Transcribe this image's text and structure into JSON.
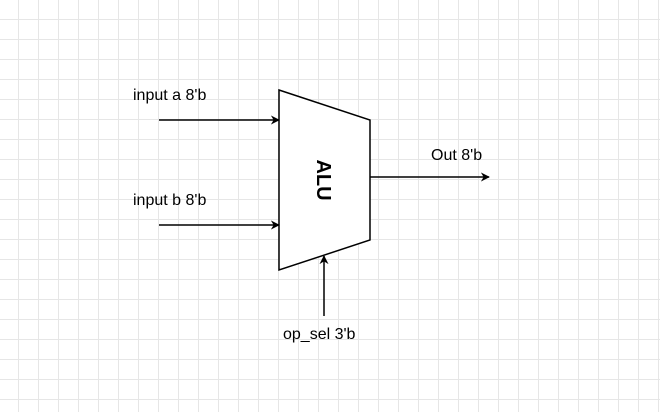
{
  "diagram": {
    "labels": {
      "input_a": "input a 8'b",
      "input_b": "input b 8'b",
      "output": "Out 8'b",
      "op_sel": "op_sel 3'b",
      "alu": "ALU"
    },
    "colors": {
      "stroke": "#000000",
      "grid": "#e6e6e6",
      "background": "#ffffff"
    }
  }
}
